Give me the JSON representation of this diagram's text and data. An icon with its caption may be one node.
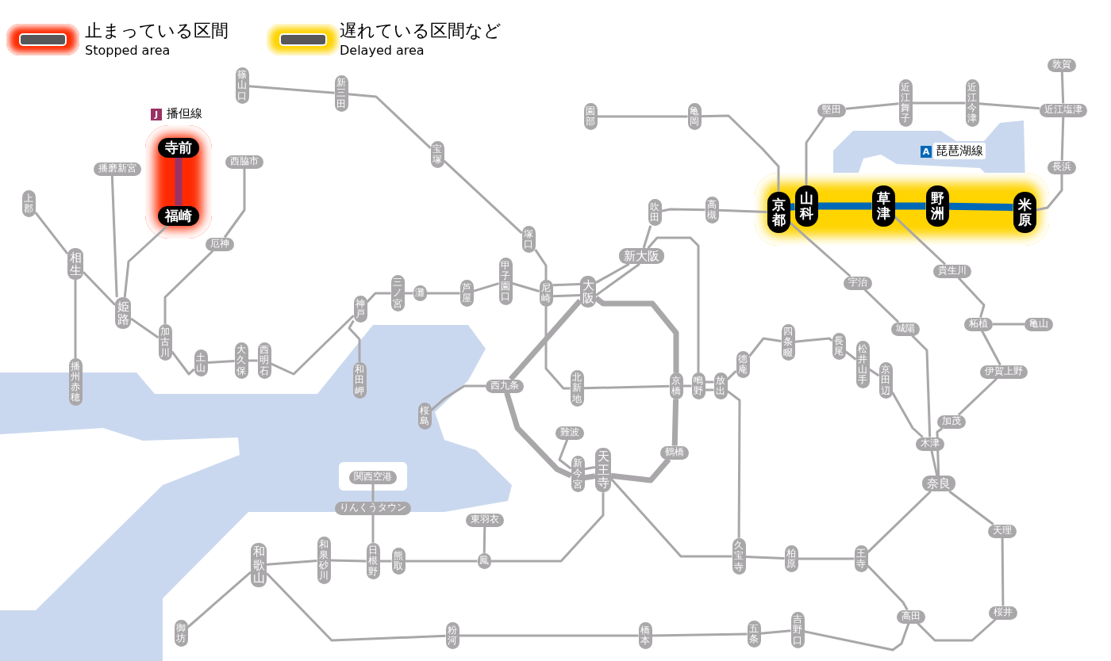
{
  "diagram": {
    "nodes": [
      {
        "text": [
          "篠山口"
        ]
      },
      {
        "text": [
          "新三田"
        ]
      },
      {
        "text": [
          "宝塚"
        ]
      },
      {
        "text": [
          "播磨新宮"
        ]
      },
      {
        "text": [
          "寺前"
        ]
      },
      {
        "text": [
          "福崎"
        ]
      },
      {
        "text": [
          "西脇市"
        ]
      },
      {
        "text": [
          "上郡"
        ]
      },
      {
        "text": [
          "相生"
        ]
      },
      {
        "text": [
          "姫路"
        ]
      },
      {
        "text": [
          "加古川"
        ]
      },
      {
        "text": [
          "厄神"
        ]
      },
      {
        "text": [
          "土山"
        ]
      },
      {
        "text": [
          "大久保"
        ]
      },
      {
        "text": [
          "西明石"
        ]
      },
      {
        "text": [
          "神戸"
        ]
      },
      {
        "text": [
          "和田岬"
        ]
      },
      {
        "text": [
          "播州赤穂"
        ]
      },
      {
        "text": [
          "三ノ宮"
        ]
      },
      {
        "text": [
          "灘"
        ]
      },
      {
        "text": [
          "芦屋"
        ]
      },
      {
        "text": [
          "甲子園口"
        ]
      },
      {
        "text": [
          "塚口"
        ]
      },
      {
        "text": [
          "尼崎"
        ]
      },
      {
        "text": [
          "大阪"
        ]
      },
      {
        "text": [
          "新大阪"
        ]
      },
      {
        "text": [
          "吹田"
        ]
      },
      {
        "text": [
          "高槻"
        ]
      },
      {
        "text": [
          "園部"
        ]
      },
      {
        "text": [
          "亀岡"
        ]
      },
      {
        "text": [
          "京都"
        ]
      },
      {
        "text": [
          "山科"
        ]
      },
      {
        "text": [
          "草津"
        ]
      },
      {
        "text": [
          "野洲"
        ]
      },
      {
        "text": [
          "米原"
        ]
      },
      {
        "text": [
          "堅田"
        ]
      },
      {
        "text": [
          "近江舞子"
        ]
      },
      {
        "text": [
          "近江今津"
        ]
      },
      {
        "text": [
          "近江塩津"
        ]
      },
      {
        "text": [
          "敦賀"
        ]
      },
      {
        "text": [
          "長浜"
        ]
      },
      {
        "text": [
          "西九条"
        ]
      },
      {
        "text": [
          "北新地"
        ]
      },
      {
        "text": [
          "京橋"
        ]
      },
      {
        "text": [
          "鴫野"
        ]
      },
      {
        "text": [
          "放出"
        ]
      },
      {
        "text": [
          "徳庵"
        ]
      },
      {
        "text": [
          "四条畷"
        ]
      },
      {
        "text": [
          "長尾"
        ]
      },
      {
        "text": [
          "松井山手"
        ]
      },
      {
        "text": [
          "京田辺"
        ]
      },
      {
        "text": [
          "宇治"
        ]
      },
      {
        "text": [
          "城陽"
        ]
      },
      {
        "text": [
          "貴生川"
        ]
      },
      {
        "text": [
          "柘植"
        ]
      },
      {
        "text": [
          "亀山"
        ]
      },
      {
        "text": [
          "伊賀上野"
        ]
      },
      {
        "text": [
          "加茂"
        ]
      },
      {
        "text": [
          "木津"
        ]
      },
      {
        "text": [
          "奈良"
        ]
      },
      {
        "text": [
          "天理"
        ]
      },
      {
        "text": [
          "桜井"
        ]
      },
      {
        "text": [
          "高田"
        ]
      },
      {
        "text": [
          "王寺"
        ]
      },
      {
        "text": [
          "柏原"
        ]
      },
      {
        "text": [
          "久宝寺"
        ]
      },
      {
        "text": [
          "吉野口"
        ]
      },
      {
        "text": [
          "五条"
        ]
      },
      {
        "text": [
          "橋本"
        ]
      },
      {
        "text": [
          "粉河"
        ]
      },
      {
        "text": [
          "御坊"
        ]
      },
      {
        "text": [
          "和歌山"
        ]
      },
      {
        "text": [
          "和泉砂川"
        ]
      },
      {
        "text": [
          "日根野"
        ]
      },
      {
        "text": [
          "熊取"
        ]
      },
      {
        "text": [
          "鳳"
        ]
      },
      {
        "text": [
          "東羽衣"
        ]
      },
      {
        "text": [
          "りんくうタウン"
        ]
      },
      {
        "text": [
          "関西空港"
        ]
      },
      {
        "text": [
          "鶴橋"
        ]
      },
      {
        "text": [
          "天王寺"
        ]
      },
      {
        "text": [
          "新今宮"
        ]
      },
      {
        "text": [
          "難波"
        ]
      },
      {
        "text": [
          "桜島"
        ]
      }
    ],
    "edges": [
      {
        "from": 0,
        "to": 1,
        "arrow": "none"
      },
      {
        "from": 1,
        "to": 2,
        "arrow": "none"
      },
      {
        "from": 2,
        "to": 22,
        "arrow": "none"
      },
      {
        "from": 22,
        "to": 23,
        "arrow": "none"
      },
      {
        "from": 4,
        "to": 5,
        "arrow": "none",
        "style": "thick",
        "color": "#993366"
      },
      {
        "from": 5,
        "to": 9,
        "arrow": "none"
      },
      {
        "from": 3,
        "to": 9,
        "arrow": "none"
      },
      {
        "from": 7,
        "to": 8,
        "arrow": "none"
      },
      {
        "from": 8,
        "to": 9,
        "arrow": "none"
      },
      {
        "from": 8,
        "to": 17,
        "arrow": "none"
      },
      {
        "from": 9,
        "to": 10,
        "arrow": "none"
      },
      {
        "from": 10,
        "to": 12,
        "arrow": "none"
      },
      {
        "from": 12,
        "to": 13,
        "arrow": "none"
      },
      {
        "from": 13,
        "to": 14,
        "arrow": "none"
      },
      {
        "from": 14,
        "to": 15,
        "arrow": "none"
      },
      {
        "from": 15,
        "to": 16,
        "arrow": "none"
      },
      {
        "from": 15,
        "to": 18,
        "arrow": "none"
      },
      {
        "from": 18,
        "to": 19,
        "arrow": "none"
      },
      {
        "from": 19,
        "to": 20,
        "arrow": "none"
      },
      {
        "from": 20,
        "to": 21,
        "arrow": "none"
      },
      {
        "from": 21,
        "to": 23,
        "arrow": "none"
      },
      {
        "from": 23,
        "to": 24,
        "arrow": "none"
      },
      {
        "from": 23,
        "to": 24,
        "arrow": "none"
      },
      {
        "from": 24,
        "to": 25,
        "arrow": "none"
      },
      {
        "from": 24,
        "to": 25,
        "arrow": "none"
      },
      {
        "from": 25,
        "to": 26,
        "arrow": "none"
      },
      {
        "from": 25,
        "to": 44,
        "arrow": "none"
      },
      {
        "from": 26,
        "to": 27,
        "arrow": "none"
      },
      {
        "from": 27,
        "to": 30,
        "arrow": "none"
      },
      {
        "from": 28,
        "to": 29,
        "arrow": "none"
      },
      {
        "from": 29,
        "to": 30,
        "arrow": "none"
      },
      {
        "from": 30,
        "to": 31,
        "arrow": "none",
        "style": "thick",
        "color": "#0068b7"
      },
      {
        "from": 31,
        "to": 32,
        "arrow": "none",
        "style": "thick",
        "color": "#0068b7"
      },
      {
        "from": 32,
        "to": 33,
        "arrow": "none",
        "style": "thick",
        "color": "#0068b7"
      },
      {
        "from": 33,
        "to": 34,
        "arrow": "none",
        "style": "thick",
        "color": "#0068b7"
      },
      {
        "from": 31,
        "to": 35,
        "arrow": "none"
      },
      {
        "from": 35,
        "to": 36,
        "arrow": "none"
      },
      {
        "from": 36,
        "to": 37,
        "arrow": "none"
      },
      {
        "from": 37,
        "to": 38,
        "arrow": "none"
      },
      {
        "from": 38,
        "to": 39,
        "arrow": "none"
      },
      {
        "from": 38,
        "to": 40,
        "arrow": "none"
      },
      {
        "from": 40,
        "to": 34,
        "arrow": "none"
      },
      {
        "from": 30,
        "to": 51,
        "arrow": "none"
      },
      {
        "from": 51,
        "to": 52,
        "arrow": "none"
      },
      {
        "from": 52,
        "to": 58,
        "arrow": "none"
      },
      {
        "from": 32,
        "to": 53,
        "arrow": "none"
      },
      {
        "from": 53,
        "to": 54,
        "arrow": "none"
      },
      {
        "from": 54,
        "to": 55,
        "arrow": "none"
      },
      {
        "from": 54,
        "to": 56,
        "arrow": "none"
      },
      {
        "from": 56,
        "to": 57,
        "arrow": "none"
      },
      {
        "from": 57,
        "to": 59,
        "arrow": "none"
      },
      {
        "from": 58,
        "to": 59,
        "arrow": "none"
      },
      {
        "from": 24,
        "to": 41,
        "arrow": "none",
        "style": "thick"
      },
      {
        "from": 41,
        "to": 83,
        "arrow": "none"
      },
      {
        "from": 41,
        "to": 81,
        "arrow": "none",
        "style": "thick"
      },
      {
        "from": 81,
        "to": 80,
        "arrow": "none",
        "style": "thick"
      },
      {
        "from": 80,
        "to": 79,
        "arrow": "none",
        "style": "thick"
      },
      {
        "from": 79,
        "to": 43,
        "arrow": "none",
        "style": "thick"
      },
      {
        "from": 43,
        "to": 24,
        "arrow": "none",
        "style": "thick"
      },
      {
        "from": 23,
        "to": 42,
        "arrow": "none"
      },
      {
        "from": 42,
        "to": 43,
        "arrow": "none"
      },
      {
        "from": 43,
        "to": 44,
        "arrow": "none"
      },
      {
        "from": 44,
        "to": 45,
        "arrow": "none"
      },
      {
        "from": 44,
        "to": 45,
        "arrow": "none"
      },
      {
        "from": 45,
        "to": 46,
        "arrow": "none"
      },
      {
        "from": 46,
        "to": 47,
        "arrow": "none"
      },
      {
        "from": 47,
        "to": 48,
        "arrow": "none"
      },
      {
        "from": 48,
        "to": 49,
        "arrow": "none"
      },
      {
        "from": 49,
        "to": 50,
        "arrow": "none"
      },
      {
        "from": 50,
        "to": 58,
        "arrow": "none"
      },
      {
        "from": 45,
        "to": 65,
        "arrow": "none"
      },
      {
        "from": 82,
        "to": 81,
        "arrow": "none"
      },
      {
        "from": 81,
        "to": 80,
        "arrow": "none"
      },
      {
        "from": 80,
        "to": 65,
        "arrow": "none"
      },
      {
        "from": 65,
        "to": 64,
        "arrow": "none"
      },
      {
        "from": 64,
        "to": 63,
        "arrow": "none"
      },
      {
        "from": 63,
        "to": 59,
        "arrow": "none"
      },
      {
        "from": 63,
        "to": 62,
        "arrow": "none"
      },
      {
        "from": 62,
        "to": 66,
        "arrow": "none"
      },
      {
        "from": 66,
        "to": 67,
        "arrow": "none"
      },
      {
        "from": 67,
        "to": 68,
        "arrow": "none"
      },
      {
        "from": 68,
        "to": 69,
        "arrow": "none"
      },
      {
        "from": 69,
        "to": 71,
        "arrow": "none"
      },
      {
        "from": 62,
        "to": 61,
        "arrow": "none"
      },
      {
        "from": 61,
        "to": 60,
        "arrow": "none"
      },
      {
        "from": 60,
        "to": 59,
        "arrow": "none"
      },
      {
        "from": 80,
        "to": 75,
        "arrow": "none"
      },
      {
        "from": 75,
        "to": 76,
        "arrow": "none"
      },
      {
        "from": 75,
        "to": 74,
        "arrow": "none"
      },
      {
        "from": 74,
        "to": 73,
        "arrow": "none"
      },
      {
        "from": 73,
        "to": 77,
        "arrow": "none"
      },
      {
        "from": 77,
        "to": 78,
        "arrow": "none"
      },
      {
        "from": 73,
        "to": 72,
        "arrow": "none"
      },
      {
        "from": 72,
        "to": 71,
        "arrow": "none"
      },
      {
        "from": 71,
        "to": 70,
        "arrow": "none"
      },
      {
        "from": 11,
        "to": 10,
        "arrow": "none"
      },
      {
        "from": 6,
        "to": 11,
        "arrow": "none"
      }
    ],
    "labels": [
      "Stopped area",
      "Delayed area",
      "J",
      "播但線",
      "A",
      "琵琶湖線"
    ],
    "legend": [
      {
        "text": "止まっている区間",
        "color": "#ff2a00"
      },
      {
        "text": "遅れている区間など",
        "color": "#ffd400"
      }
    ]
  }
}
